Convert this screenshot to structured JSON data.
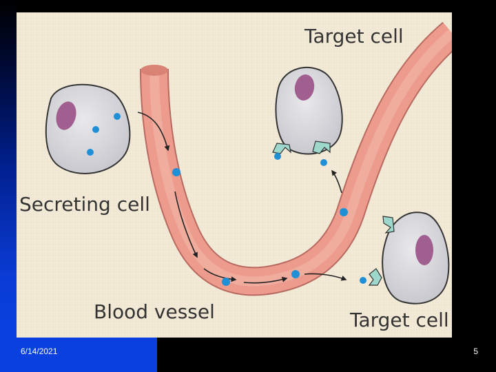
{
  "diagram": {
    "labels": {
      "secreting_cell": "Secreting cell",
      "target_cell_top": "Target cell",
      "blood_vessel": "Blood vessel",
      "target_cell_bottom": "Target cell"
    }
  },
  "footer": {
    "date": "6/14/2021",
    "slide_number": "5"
  }
}
